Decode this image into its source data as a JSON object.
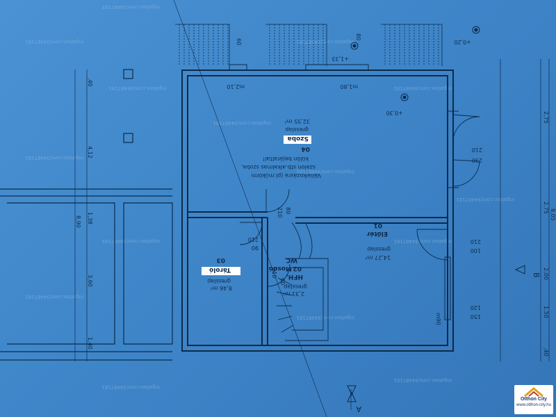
{
  "rooms": {
    "szoba": {
      "number": "04",
      "label": "Szoba",
      "area": "32,55 m²",
      "floor": "gresslap",
      "use_1": "Vállalkozásra (pl.műkörm",
      "use_2": "szalon stb.alkalmas szoba,",
      "use_3": "külön bejárattal!"
    },
    "tarolo": {
      "number": "03",
      "label": "Tároló",
      "area": "8,46 m²",
      "floor": "gresslap"
    },
    "eloter": {
      "number": "01",
      "label": "Előtér",
      "area": "14,27 m²",
      "floor": "gresslap"
    },
    "mosdo": {
      "number": "02",
      "label": "Mosdó",
      "sub": "WC",
      "hh": "HFH,",
      "area": "2,33 m²",
      "floor": "gresslap"
    }
  },
  "dimensions": {
    "door_szoba_top": "210",
    "door_szoba_bot": "230",
    "door_szoba_mid": "210",
    "door_eloter_top": "210",
    "door_eloter_bot": "100",
    "door_eloter2_top": "120",
    "door_eloter2_bot": "150",
    "door_inner_top": "210",
    "door_inner_bot": "80",
    "door_tarolo_top": "90",
    "door_tarolo_bot": "210",
    "door_mosdo_a": "210",
    "door_mosdo_b": "60",
    "win_left_a": "m2,10",
    "win_left_b": "60",
    "win_mid_a": "m1,80",
    "win_mid_b": "80",
    "level_1": "+0,20",
    "level_2": "+0,30",
    "level_3": "+1,33",
    "sill": "m90",
    "left_total": "4,12",
    "left_a": "8,90",
    "left_b": "3,60",
    "left_c": "1,40",
    "left_d": "1,38",
    "left_e": ",40",
    "right_a": "2,75",
    "right_b": "2,75",
    "right_c": "2,00",
    "right_d": "1,50",
    "right_e": "8,05",
    "right_f": ",40"
  },
  "section_marks": {
    "a": "A",
    "b": "B"
  },
  "watermark": "ingatlan.com/34487181",
  "logo": {
    "name": "Otthon City",
    "url": "www.otthon-city.hu"
  },
  "colors": {
    "paper": "#3f86c9",
    "ink": "#0d2a4a",
    "label_bg": "#ffffff"
  }
}
